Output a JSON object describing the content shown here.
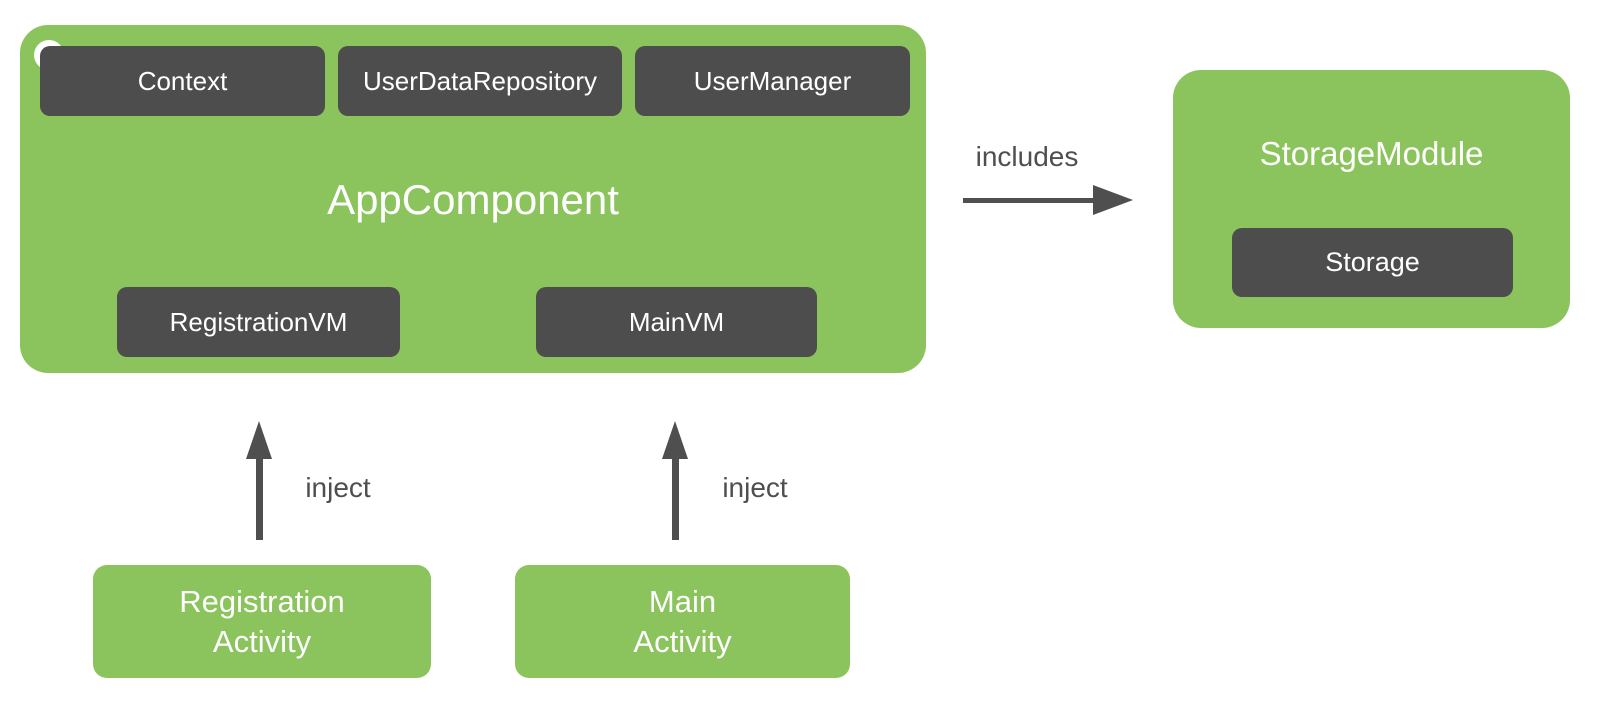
{
  "diagram": {
    "app_component": {
      "title": "AppComponent",
      "provided_dependencies": [
        {
          "label": "Context"
        },
        {
          "label": "UserDataRepository"
        },
        {
          "label": "UserManager"
        }
      ],
      "viewmodels": [
        {
          "label": "RegistrationVM"
        },
        {
          "label": "MainVM"
        }
      ]
    },
    "storage_module": {
      "title": "StorageModule",
      "binding": "Storage"
    },
    "relations": {
      "includes_label": "includes"
    },
    "activities": [
      {
        "line1": "Registration",
        "line2": "Activity",
        "arrow_label": "inject"
      },
      {
        "line1": "Main",
        "line2": "Activity",
        "arrow_label": "inject"
      }
    ],
    "colors": {
      "green": "#8bc45c",
      "dark_chip": "#4d4d4d",
      "arrow_gray": "#4f4f4f",
      "text_on_green": "#ffffff",
      "text_on_dark": "#ffffff",
      "background": "#ffffff"
    }
  }
}
